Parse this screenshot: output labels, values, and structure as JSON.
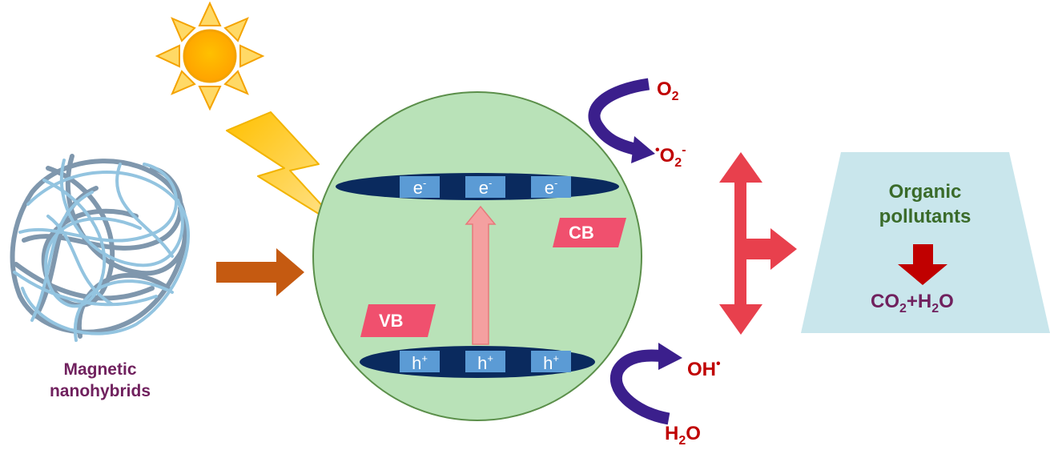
{
  "magnetic_label_line1": "Magnetic",
  "magnetic_label_line2": "nanohybrids",
  "cb_label": "CB",
  "vb_label": "VB",
  "electron_base": "e",
  "electron_charge": "-",
  "hole_base": "h",
  "hole_charge": "+",
  "o2": {
    "base": "O",
    "sub": "2"
  },
  "superoxide": {
    "dot": "•",
    "base": "O",
    "sub": "2",
    "charge": "-"
  },
  "hydroxyl": {
    "base": "OH",
    "dot": "•"
  },
  "water": {
    "base1": "H",
    "sub": "2",
    "base2": "O"
  },
  "pollutant_line1": "Organic",
  "pollutant_line2": "pollutants",
  "product": {
    "co": "CO",
    "sub1": "2",
    "plus_h": "+H",
    "sub2": "2",
    "o": "O"
  },
  "colors": {
    "particle": "#b9e2b8",
    "band": "#0a2a5e",
    "carrier_box": "#5b9bd5",
    "label_box": "#f0506e",
    "reaction_red": "#c00000",
    "curved_arrow": "#3b1f8c",
    "green_text": "#3a6b2a",
    "purple_text": "#70215e",
    "pollutant_box": "#c9e6ec",
    "orange_arrow": "#c55a11",
    "red_arrow": "#e8404d",
    "sun": "#ffb900"
  }
}
